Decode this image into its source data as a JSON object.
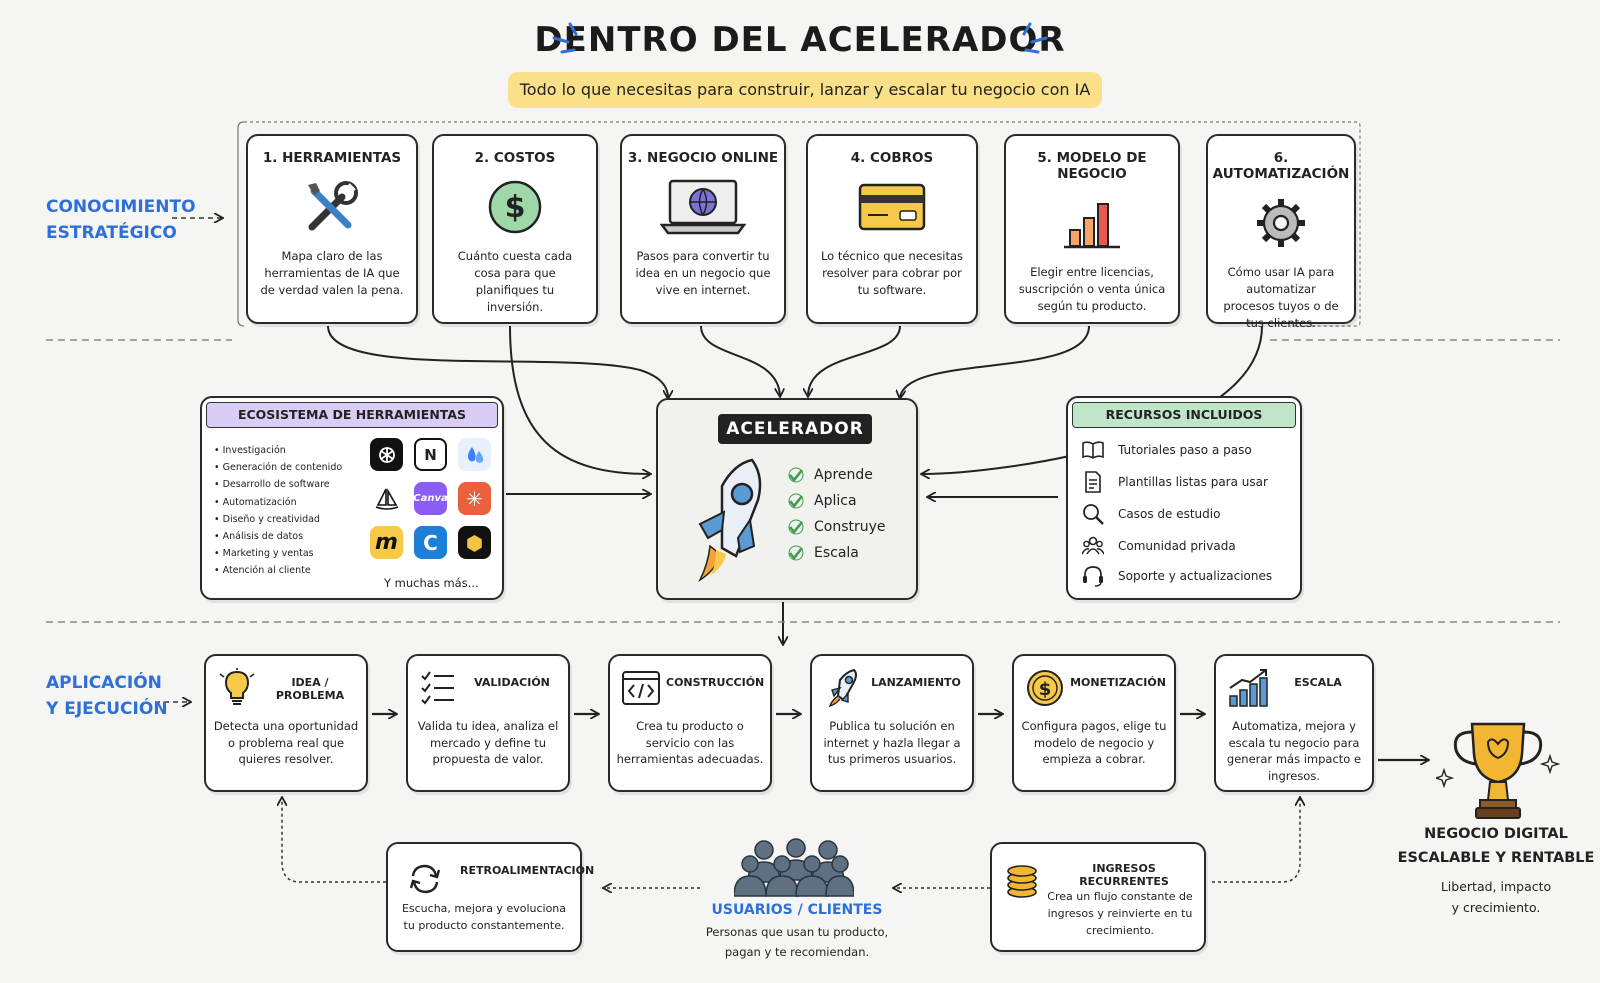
{
  "header": {
    "title": "DENTRO DEL ACELERADOR",
    "subtitle": "Todo lo que necesitas para construir, lanzar y escalar tu negocio con IA"
  },
  "sections": {
    "knowledge_line1": "CONOCIMIENTO",
    "knowledge_line2": "ESTRATÉGICO",
    "application_line1": "APLICACIÓN",
    "application_line2": "Y EJECUCIÓN"
  },
  "topics": [
    {
      "title": "1. HERRAMIENTAS",
      "icon": "tools-icon",
      "desc": "Mapa claro de las herramientas de IA que de verdad valen la pena."
    },
    {
      "title": "2. COSTOS",
      "icon": "dollar-coin-icon",
      "desc": "Cuánto cuesta cada cosa para que planifiques tu inversión."
    },
    {
      "title": "3. NEGOCIO ONLINE",
      "icon": "laptop-globe-icon",
      "desc": "Pasos para convertir tu idea en un negocio que vive en internet."
    },
    {
      "title": "4. COBROS",
      "icon": "credit-card-icon",
      "desc": "Lo técnico que necesitas resolver para cobrar por tu software."
    },
    {
      "title": "5. MODELO DE NEGOCIO",
      "icon": "bar-chart-icon",
      "desc": "Elegir entre licencias, suscripción o venta única según tu producto."
    },
    {
      "title": "6. AUTOMATIZACIÓN",
      "icon": "gear-icon",
      "desc": "Cómo usar IA para automatizar procesos tuyos o de tus clientes."
    }
  ],
  "ecosystem": {
    "title": "ECOSISTEMA DE HERRAMIENTAS",
    "items": [
      "Investigación",
      "Generación de contenido",
      "Desarrollo de software",
      "Automatización",
      "Diseño y creatividad",
      "Análisis de datos",
      "Marketing y ventas",
      "Atención al cliente"
    ],
    "logos": [
      {
        "icon": "openai-logo-icon",
        "bg": "#111111",
        "fg": "#ffffff",
        "glyph": ""
      },
      {
        "icon": "notion-logo-icon",
        "bg": "#ffffff",
        "fg": "#111111",
        "glyph": "N"
      },
      {
        "icon": "drops-logo-icon",
        "bg": "#e8f0fb",
        "fg": "#3b82f6",
        "glyph": ""
      },
      {
        "icon": "midjourney-logo-icon",
        "bg": "#ffffff",
        "fg": "#111111",
        "glyph": ""
      },
      {
        "icon": "canva-logo-icon",
        "bg": "#8b5cf6",
        "fg": "#ffffff",
        "glyph": "Canva"
      },
      {
        "icon": "claude-logo-icon",
        "bg": "#e8603c",
        "fg": "#ffffff",
        "glyph": "✳"
      },
      {
        "icon": "miro-logo-icon",
        "bg": "#f7c948",
        "fg": "#111111",
        "glyph": "m"
      },
      {
        "icon": "c-logo-icon",
        "bg": "#1e7fd9",
        "fg": "#ffffff",
        "glyph": "C"
      },
      {
        "icon": "cube-logo-icon",
        "bg": "#111111",
        "fg": "#f5c242",
        "glyph": "⬢"
      }
    ],
    "more": "Y muchas más..."
  },
  "accelerator": {
    "title": "ACELERADOR",
    "checks": [
      "Aprende",
      "Aplica",
      "Construye",
      "Escala"
    ]
  },
  "resources": {
    "title": "RECURSOS INCLUIDOS",
    "items": [
      {
        "icon": "book-icon",
        "label": "Tutoriales paso a paso"
      },
      {
        "icon": "document-icon",
        "label": "Plantillas listas para usar"
      },
      {
        "icon": "magnifier-icon",
        "label": "Casos de estudio"
      },
      {
        "icon": "community-icon",
        "label": "Comunidad privada"
      },
      {
        "icon": "headset-icon",
        "label": "Soporte y actualizaciones"
      }
    ]
  },
  "steps": [
    {
      "title": "IDEA / PROBLEMA",
      "icon": "lightbulb-icon",
      "desc": "Detecta una oportunidad o problema real que quieres resolver."
    },
    {
      "title": "VALIDACIÓN",
      "icon": "checklist-icon",
      "desc": "Valida tu idea, analiza el mercado y define tu propuesta de valor."
    },
    {
      "title": "CONSTRUCCIÓN",
      "icon": "code-window-icon",
      "desc": "Crea tu producto o servicio con las herramientas adecuadas."
    },
    {
      "title": "LANZAMIENTO",
      "icon": "rocket-icon",
      "desc": "Publica tu solución en internet y hazla llegar a tus primeros usuarios."
    },
    {
      "title": "MONETIZACIÓN",
      "icon": "dollar-coin-icon",
      "desc": "Configura pagos, elige tu modelo de negocio y empieza a cobrar."
    },
    {
      "title": "ESCALA",
      "icon": "growth-chart-icon",
      "desc": "Automatiza, mejora y escala tu negocio para generar más impacto e ingresos."
    }
  ],
  "goal": {
    "line1": "NEGOCIO DIGITAL",
    "line2": "ESCALABLE Y RENTABLE",
    "desc1": "Libertad, impacto",
    "desc2": "y crecimiento."
  },
  "feedback": {
    "title": "RETROALIMENTACIÓN",
    "desc": "Escucha, mejora y evoluciona tu producto constantemente."
  },
  "users": {
    "title": "USUARIOS / CLIENTES",
    "desc1": "Personas que usan tu producto,",
    "desc2": "pagan y te recomiendan."
  },
  "recurring": {
    "title": "INGRESOS RECURRENTES",
    "desc": "Crea un flujo constante de ingresos y reinvierte en tu crecimiento."
  },
  "colors": {
    "accent_blue": "#2e6fd8",
    "subtitle_bg": "#fbe08a",
    "ecosystem_head": "#d9cdf5",
    "resources_head": "#bfe6c8",
    "check_green": "#3e9b4f"
  }
}
